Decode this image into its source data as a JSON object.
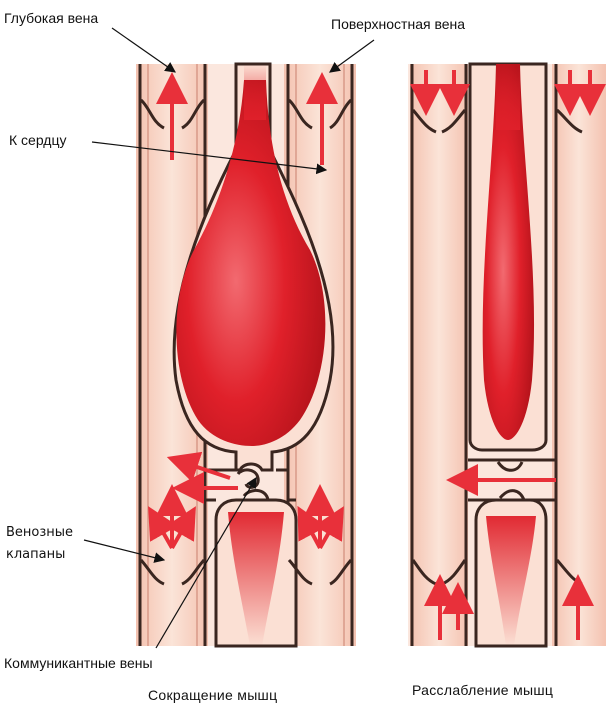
{
  "labels": {
    "deep_vein": "Глубокая вена",
    "superficial_vein": "Поверхностная вена",
    "to_heart": "К сердцу",
    "venous_valves_line1": "Венозные",
    "venous_valves_line2": "клапаны",
    "communicating_veins": "Коммуникантные вены",
    "muscle_contraction": "Сокращение мышц",
    "muscle_relaxation": "Расслабление мышц"
  },
  "colors": {
    "vessel_wall": "#3a2620",
    "vessel_lumen": "#f8d4c4",
    "muscle": "#e0202a",
    "muscle_highlight": "#f26a70",
    "arrow": "#e8303a",
    "leader_line": "#111111"
  }
}
